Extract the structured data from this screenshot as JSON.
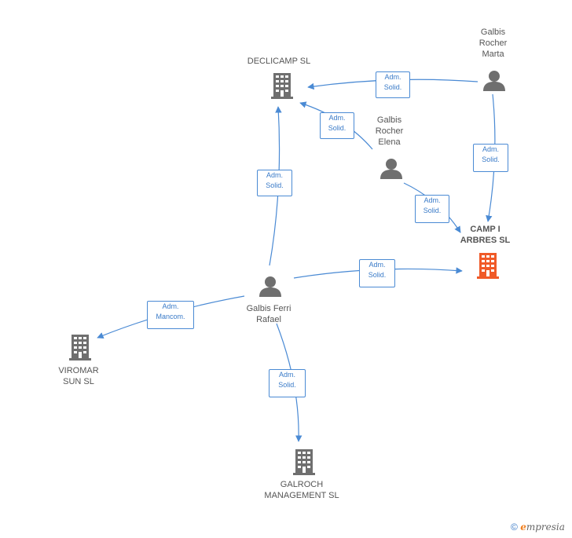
{
  "nodes": {
    "declicamp": {
      "label": "DECLICAMP SL",
      "type": "company"
    },
    "marta": {
      "label": "Galbis\nRocher\nMarta",
      "type": "person"
    },
    "elena": {
      "label": "Galbis\nRocher\nElena",
      "type": "person"
    },
    "camp": {
      "label": "CAMP I\nARBRES SL",
      "type": "company-main"
    },
    "rafael": {
      "label": "Galbis Ferri\nRafael",
      "type": "person"
    },
    "viromar": {
      "label": "VIROMAR\nSUN SL",
      "type": "company"
    },
    "galroch": {
      "label": "GALROCH\nMANAGEMENT SL",
      "type": "company"
    }
  },
  "relations": {
    "marta_declicamp": "Adm.\nSolid.",
    "elena_declicamp": "Adm.\nSolid.",
    "rafael_declicamp": "Adm.\nSolid.",
    "marta_camp": "Adm.\nSolid.",
    "elena_camp": "Adm.\nSolid.",
    "rafael_camp": "Adm.\nSolid.",
    "rafael_viromar": "Adm.\nMancom.",
    "rafael_galroch": "Adm.\nSolid."
  },
  "footer": {
    "copyright": "©",
    "brand_e": "e",
    "brand_rest": "mpresia"
  },
  "colors": {
    "edge": "#4a8ad4",
    "company": "#6f6f6f",
    "main_company": "#f05a28",
    "person": "#6f6f6f"
  },
  "icons": {
    "company": "building-icon",
    "person": "person-icon"
  }
}
